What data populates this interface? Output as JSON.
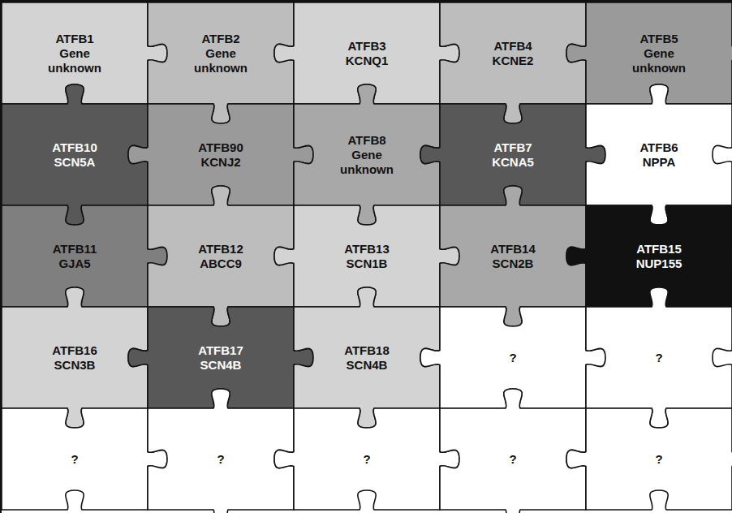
{
  "diagram": {
    "nodes": [
      {
        "text": [
          "ATFB1",
          "Gene unknown"
        ]
      },
      {
        "text": [
          "ATFB2",
          "Gene unknown"
        ]
      },
      {
        "text": [
          "ATFB3",
          "KCNQ1"
        ]
      },
      {
        "text": [
          "ATFB4",
          "KCNE2"
        ]
      },
      {
        "text": [
          "ATFB5",
          "Gene unknown"
        ]
      },
      {
        "text": [
          "ATFB10",
          "SCN5A"
        ]
      },
      {
        "text": [
          "ATFB90",
          "KCNJ2"
        ]
      },
      {
        "text": [
          "ATFB8",
          "Gene unknown"
        ]
      },
      {
        "text": [
          "ATFB7",
          "KCNA5"
        ]
      },
      {
        "text": [
          "ATFB6",
          "NPPA"
        ]
      },
      {
        "text": [
          "ATFB11",
          "GJA5"
        ]
      },
      {
        "text": [
          "ATFB12",
          "ABCC9"
        ]
      },
      {
        "text": [
          "ATFB13",
          "SCN1B"
        ]
      },
      {
        "text": [
          "ATFB14",
          "SCN2B"
        ]
      },
      {
        "text": [
          "ATFB15",
          "NUP155"
        ]
      },
      {
        "text": [
          "ATFB16",
          "SCN3B"
        ]
      },
      {
        "text": [
          "ATFB17",
          "SCN4B"
        ]
      },
      {
        "text": [
          "ATFB18",
          "SCN4B"
        ]
      },
      {
        "text": [
          "?"
        ]
      },
      {
        "text": [
          "?"
        ]
      },
      {
        "text": [
          "?"
        ]
      },
      {
        "text": [
          "?"
        ]
      },
      {
        "text": [
          "?"
        ]
      },
      {
        "text": [
          "?"
        ]
      },
      {
        "text": [
          "?"
        ]
      }
    ]
  }
}
